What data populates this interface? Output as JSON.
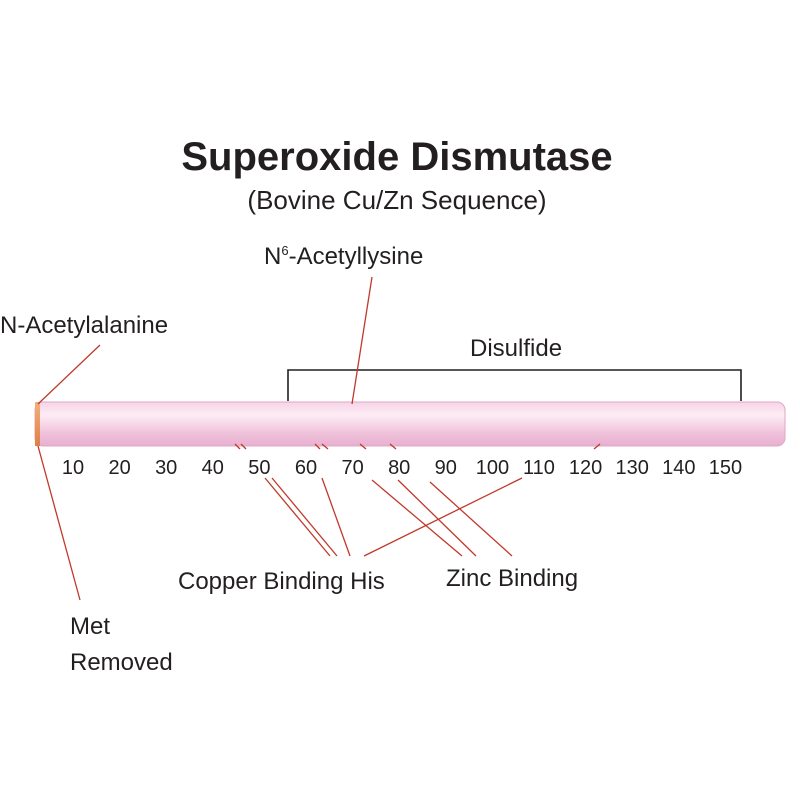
{
  "title": "Superoxide Dismutase",
  "subtitle": "(Bovine Cu/Zn Sequence)",
  "colors": {
    "leader": "#c0392b",
    "text": "#231f20",
    "bar_fill": "#f2c8e0",
    "bar_highlight": "#fde9f3",
    "bar_end": "#e8955a"
  },
  "annotations": {
    "n_acetylalanine": "N-Acetylalanine",
    "acetyllysine_prefix": "N",
    "acetyllysine_superscript": "6",
    "acetyllysine_suffix": "-Acetyllysine",
    "disulfide": "Disulfide",
    "copper_binding": "Copper Binding His",
    "zinc_binding": "Zinc Binding",
    "met_line1": "Met",
    "met_line2": "Removed"
  },
  "axis_ticks": [
    "10",
    "20",
    "30",
    "40",
    "50",
    "60",
    "70",
    "80",
    "90",
    "100",
    "110",
    "120",
    "130",
    "140",
    "150"
  ]
}
